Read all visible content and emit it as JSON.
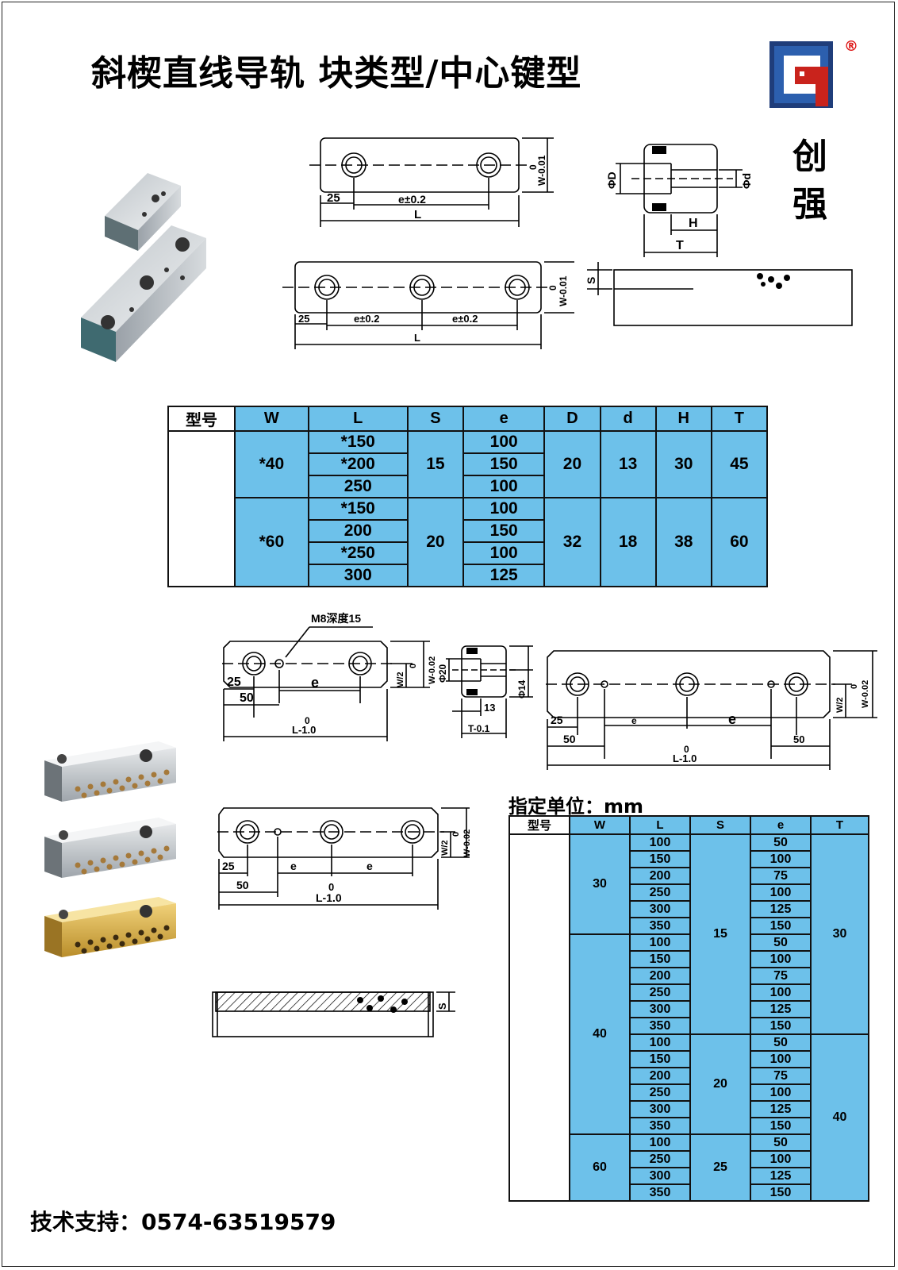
{
  "title": "斜楔直线导轨 块类型/中心键型",
  "brand": {
    "line1": "创",
    "line2": "强",
    "registered": "®"
  },
  "drawings": {
    "top_two_hole": {
      "dim_25": "25",
      "dim_e": "e±0.2",
      "dim_L": "L",
      "tol_0": "0",
      "tol_w": "W-0.01"
    },
    "side_view": {
      "phi_D": "ΦD",
      "phi_d": "Φd",
      "H": "H",
      "T": "T"
    },
    "top_three_hole": {
      "dim_25": "25",
      "dim_e1": "e±0.2",
      "dim_e2": "e±0.2",
      "dim_L": "L",
      "tol_0": "0",
      "tol_w": "W-0.01",
      "S": "S"
    },
    "key_two_hole": {
      "note": "M8深度15",
      "d25": "25",
      "d50": "50",
      "e": "e",
      "z": "0",
      "L": "L-1.0",
      "w2": "W/2",
      "tol_0": "0",
      "tol_w": "W-0.02"
    },
    "key_side": {
      "phi20": "Φ20",
      "phi14": "Φ14",
      "d13": "13",
      "t": "T-0.1"
    },
    "key_three_hole": {
      "d25": "25",
      "d50a": "50",
      "e1": "e",
      "e2": "e",
      "z": "0",
      "L": "L-1.0",
      "d50b": "50",
      "w2": "W/2",
      "tol_0": "0",
      "tol_w": "W-0.02"
    },
    "key_four_hole": {
      "d25": "25",
      "d50": "50",
      "e1": "e",
      "e2": "e",
      "z": "0",
      "L": "L-1.0",
      "w2": "W/2",
      "tol_0": "0",
      "tol_w": "W-0.02"
    },
    "key_section": {
      "S": "S"
    }
  },
  "table1": {
    "headers": [
      "型号",
      "W",
      "L",
      "S",
      "e",
      "D",
      "d",
      "H",
      "T"
    ],
    "groups": [
      {
        "W": "*40",
        "S": "15",
        "D": "20",
        "d": "13",
        "H": "30",
        "T": "45",
        "rows": [
          {
            "L": "*150",
            "e": "100"
          },
          {
            "L": "*200",
            "e": "150"
          },
          {
            "L": "250",
            "e": "100"
          }
        ]
      },
      {
        "W": "*60",
        "S": "20",
        "D": "32",
        "d": "18",
        "H": "38",
        "T": "60",
        "rows": [
          {
            "L": "*150",
            "e": "100"
          },
          {
            "L": "200",
            "e": "150"
          },
          {
            "L": "*250",
            "e": "100"
          },
          {
            "L": "300",
            "e": "125"
          }
        ]
      }
    ]
  },
  "unit_label": "指定单位：mm",
  "table2": {
    "headers": [
      "型号",
      "W",
      "L",
      "S",
      "e",
      "T"
    ],
    "W_groups": [
      {
        "W": "30",
        "span": 6
      },
      {
        "W": "40",
        "span": 12
      },
      {
        "W": "60",
        "span": 4
      }
    ],
    "S_groups": [
      {
        "S": "15",
        "span": 12
      },
      {
        "S": "20",
        "span": 6
      },
      {
        "S": "25",
        "span": 4
      }
    ],
    "T_groups": [
      {
        "T": "30",
        "span": 12
      },
      {
        "T": "40",
        "span": 10
      }
    ],
    "rows": [
      {
        "L": "100",
        "e": "50"
      },
      {
        "L": "150",
        "e": "100"
      },
      {
        "L": "200",
        "e": "75"
      },
      {
        "L": "250",
        "e": "100"
      },
      {
        "L": "300",
        "e": "125"
      },
      {
        "L": "350",
        "e": "150"
      },
      {
        "L": "100",
        "e": "50"
      },
      {
        "L": "150",
        "e": "100"
      },
      {
        "L": "200",
        "e": "75"
      },
      {
        "L": "250",
        "e": "100"
      },
      {
        "L": "300",
        "e": "125"
      },
      {
        "L": "350",
        "e": "150"
      },
      {
        "L": "100",
        "e": "50"
      },
      {
        "L": "150",
        "e": "100"
      },
      {
        "L": "200",
        "e": "75"
      },
      {
        "L": "250",
        "e": "100"
      },
      {
        "L": "300",
        "e": "125"
      },
      {
        "L": "350",
        "e": "150"
      },
      {
        "L": "100",
        "e": "50"
      },
      {
        "L": "250",
        "e": "100"
      },
      {
        "L": "300",
        "e": "125"
      },
      {
        "L": "350",
        "e": "150"
      }
    ]
  },
  "support": "技术支持：0574-63519579"
}
